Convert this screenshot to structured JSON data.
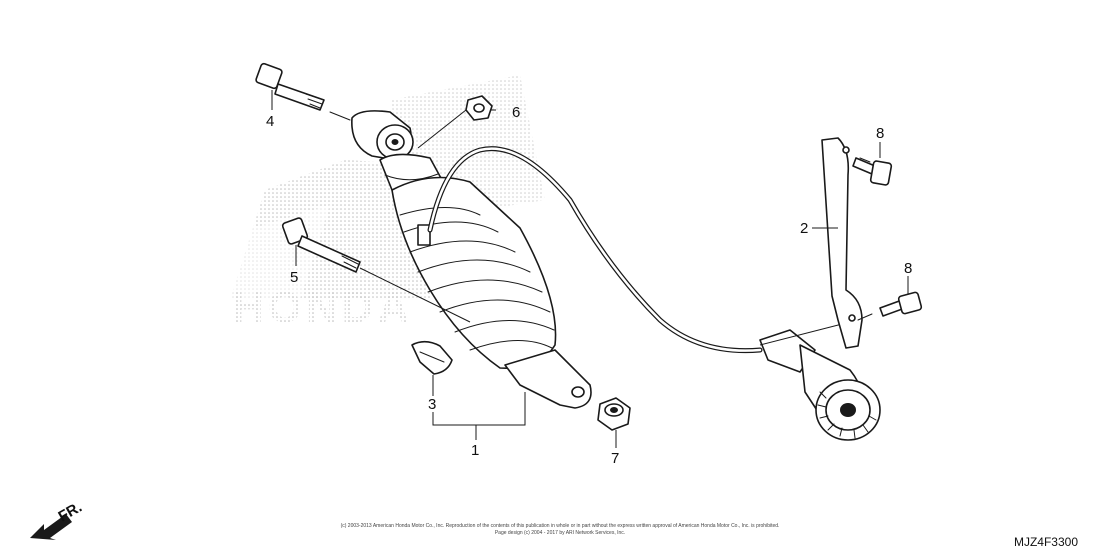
{
  "diagram_code": "MJZ4F3300",
  "direction_label": "FR.",
  "watermark_text": "HONDA",
  "copyright_line1": "(c) 2003-2013 American Honda Motor Co., Inc. Reproduction of the contents of this publication in whole or in part without the express written approval of American Honda Motor Co., Inc. is prohibited.",
  "copyright_line2": "Page design (c) 2004 - 2017 by ARI Network Services, Inc.",
  "callouts": [
    {
      "id": "1",
      "part": "shock-absorber-assembly"
    },
    {
      "id": "2",
      "part": "bracket"
    },
    {
      "id": "3",
      "part": "clip"
    },
    {
      "id": "4",
      "part": "upper-bolt"
    },
    {
      "id": "5",
      "part": "lower-bolt"
    },
    {
      "id": "6",
      "part": "upper-nut"
    },
    {
      "id": "7",
      "part": "lower-nut"
    },
    {
      "id": "8a",
      "part": "bracket-bolt-upper"
    },
    {
      "id": "8b",
      "part": "bracket-bolt-lower"
    }
  ],
  "labels": {
    "c1": "1",
    "c2": "2",
    "c3": "3",
    "c4": "4",
    "c5": "5",
    "c6": "6",
    "c7": "7",
    "c8a": "8",
    "c8b": "8"
  },
  "colors": {
    "ink": "#1a1a1a",
    "watermark": "#c8c8c8"
  }
}
